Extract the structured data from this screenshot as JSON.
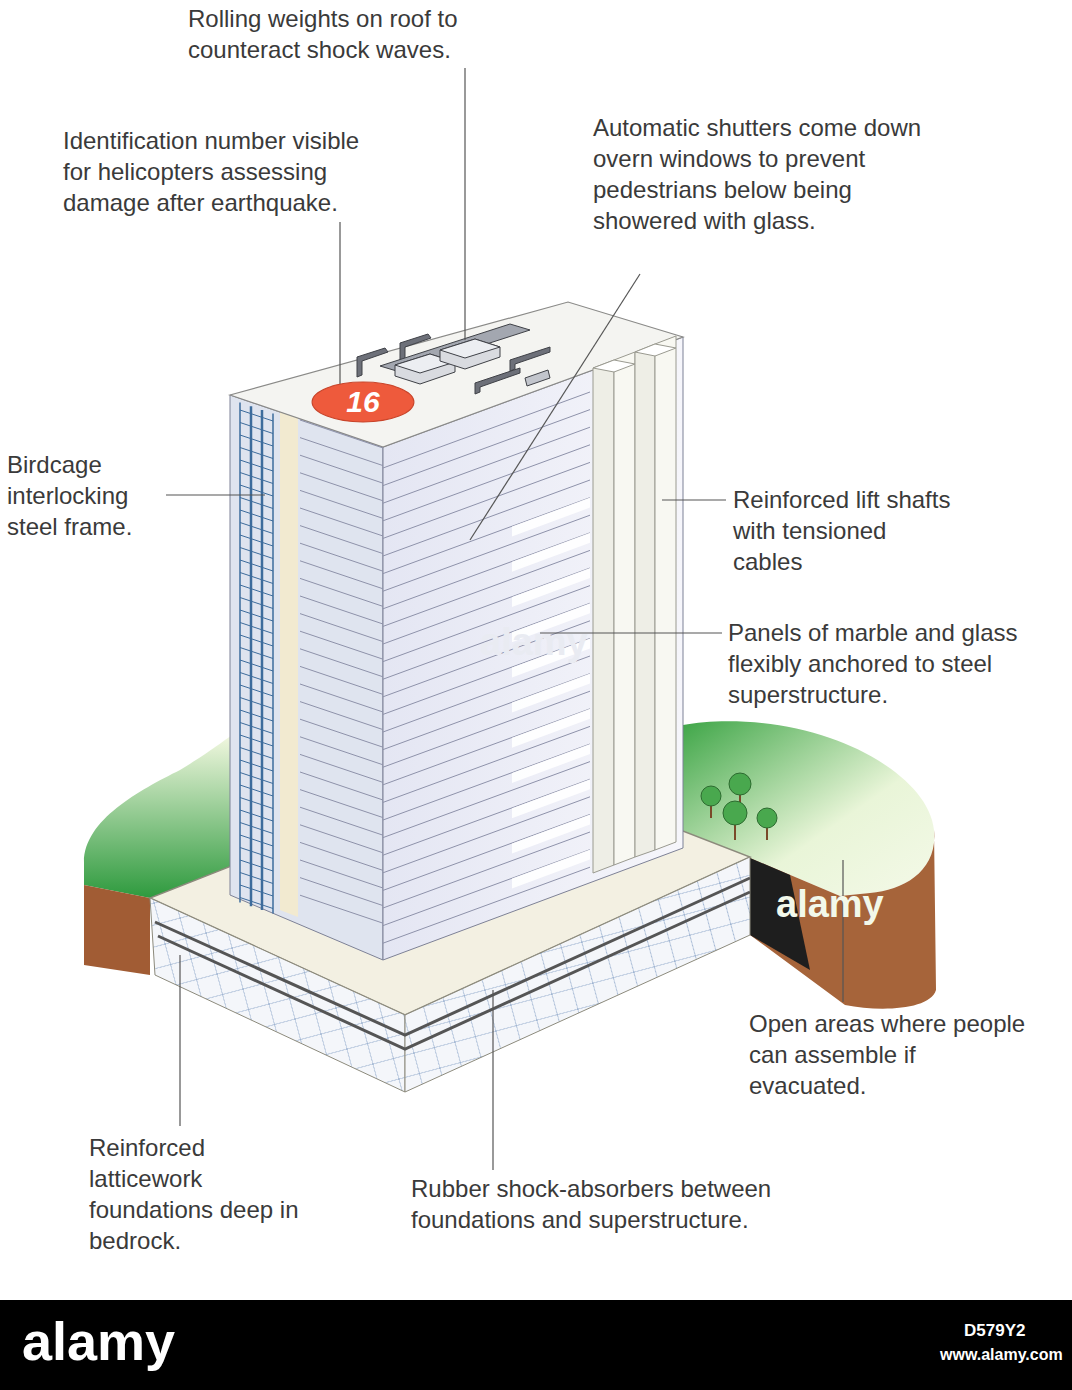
{
  "diagram": {
    "nodes": [
      {
        "text": [
          "16"
        ]
      }
    ],
    "labels": [
      "Rolling weights on roof to counteract shock waves.",
      "Identification number visible for helicopters assessing damage after earthquake.",
      "Automatic shutters come down overn windows to prevent pedestrians below being showered with glass.",
      "Birdcage interlocking steel frame.",
      "Reinforced lift shafts with tensioned cables",
      "Panels of marble and glass flexibly anchored to steel superstructure.",
      "Open areas where people can assemble if evacuated.",
      "Reinforced latticework foundations deep in bedrock.",
      "Rubber shock-absorbers between foundations and superstructure.",
      "alamy",
      "alamy",
      "alamy",
      "D579Y2",
      "www.alamy.com"
    ]
  }
}
